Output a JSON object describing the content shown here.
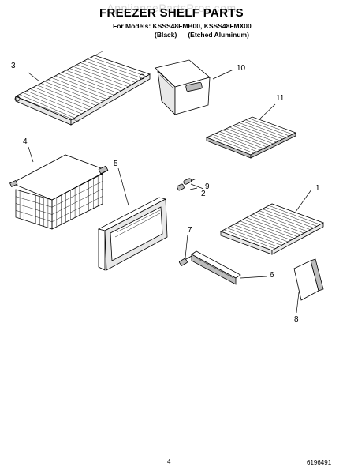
{
  "header": {
    "watermark": "AppliancePartsPros.com",
    "title": "FREEZER SHELF PARTS",
    "models_line": "For Models: KSSS48FMB00, KSSS48FMX00",
    "variants": [
      "(Black)",
      "(Etched Aluminum)"
    ]
  },
  "callouts": {
    "c1": "1",
    "c2": "2",
    "c3": "3",
    "c4": "4",
    "c5": "5",
    "c6": "6",
    "c7": "7",
    "c8": "8",
    "c9": "9",
    "c10": "10",
    "c11": "11"
  },
  "footer": {
    "page_number": "4",
    "document_number": "6196491"
  }
}
